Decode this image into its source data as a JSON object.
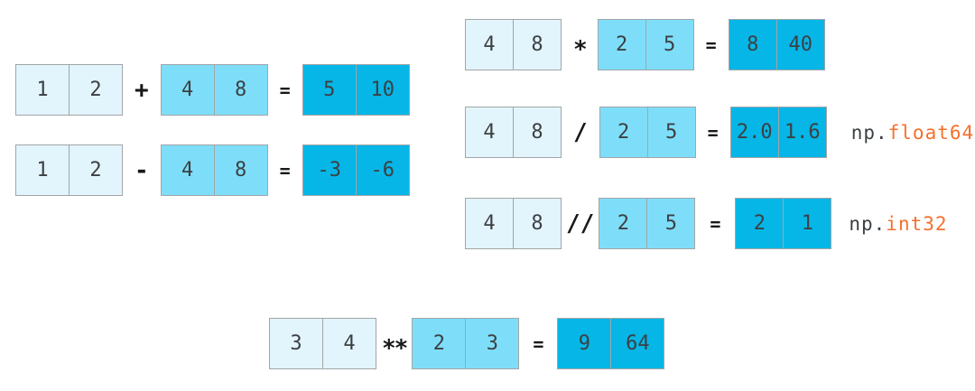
{
  "palette": {
    "background": "#ffffff",
    "operand1_fill": "#e2f4fc",
    "operand2_fill": "#7edef9",
    "result_fill": "#06b6e7",
    "box_border": "#a2a5a7",
    "number_color": "#3c4043",
    "operator_color": "#17181a",
    "dtype_color": "#f4702e"
  },
  "equations": [
    {
      "name": "add",
      "a": [
        "1",
        "2"
      ],
      "op": "+",
      "b": [
        "4",
        "8"
      ],
      "equals": "=",
      "result": [
        "5",
        "10"
      ]
    },
    {
      "name": "subtract",
      "a": [
        "1",
        "2"
      ],
      "op": "-",
      "b": [
        "4",
        "8"
      ],
      "equals": "=",
      "result": [
        "-3",
        "-6"
      ]
    },
    {
      "name": "multiply",
      "a": [
        "4",
        "8"
      ],
      "op": "*",
      "b": [
        "2",
        "5"
      ],
      "equals": "=",
      "result": [
        "8",
        "40"
      ]
    },
    {
      "name": "divide",
      "a": [
        "4",
        "8"
      ],
      "op": "/",
      "b": [
        "2",
        "5"
      ],
      "equals": "=",
      "result": [
        "2.0",
        "1.6"
      ],
      "dtype_prefix": "np.",
      "dtype": "float64"
    },
    {
      "name": "floor-divide",
      "a": [
        "4",
        "8"
      ],
      "op": "//",
      "b": [
        "2",
        "5"
      ],
      "equals": "=",
      "result": [
        "2",
        "1"
      ],
      "dtype_prefix": "np.",
      "dtype": "int32"
    },
    {
      "name": "power",
      "a": [
        "3",
        "4"
      ],
      "op": "**",
      "b": [
        "2",
        "3"
      ],
      "equals": "=",
      "result": [
        "9",
        "64"
      ]
    }
  ]
}
